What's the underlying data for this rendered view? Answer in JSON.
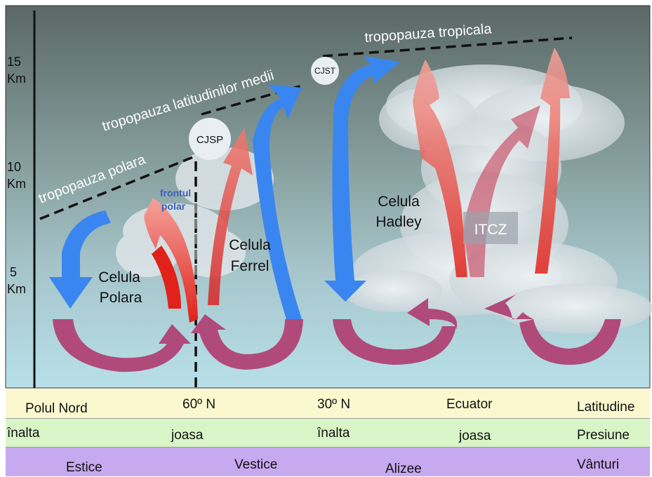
{
  "altitude_labels": [
    {
      "value": "15",
      "unit": "Km"
    },
    {
      "value": "10",
      "unit": "Km"
    },
    {
      "value": "5",
      "unit": "Km"
    }
  ],
  "tropopause": {
    "tropical": "tropopauza tropicala",
    "mid": "tropopauza latitudinilor medii",
    "polar": "tropopauza polara"
  },
  "jets": {
    "subtropical": "CJST",
    "polar": "CJSP"
  },
  "front": {
    "line1": "frontul",
    "line2": "polar"
  },
  "cells": {
    "polar": {
      "line1": "Celula",
      "line2": "Polara"
    },
    "ferrel": {
      "line1": "Celula",
      "line2": "Ferrel"
    },
    "hadley": {
      "line1": "Celula",
      "line2": "Hadley"
    }
  },
  "itcz": "ITCZ",
  "table": {
    "latitude": {
      "c1": "Polul Nord",
      "c2": "60º N",
      "c3": "30º N",
      "c4": "Ecuator",
      "c5": "Latitudine"
    },
    "pressure": {
      "c1": "înalta",
      "c2": "joasa",
      "c3": "înalta",
      "c4": "joasa",
      "c5": "Presiune"
    },
    "winds": {
      "c1": "Estice",
      "c2": "Vestice",
      "c3": "Alizee",
      "c4": "Vânturi"
    }
  },
  "colors": {
    "sky_top": "#5c6b69",
    "sky_bottom": "#a9d6e0",
    "warm_arrow": "#e0221a",
    "cold_arrow": "#3a86f0",
    "surface_arrow": "#b04a7a"
  }
}
